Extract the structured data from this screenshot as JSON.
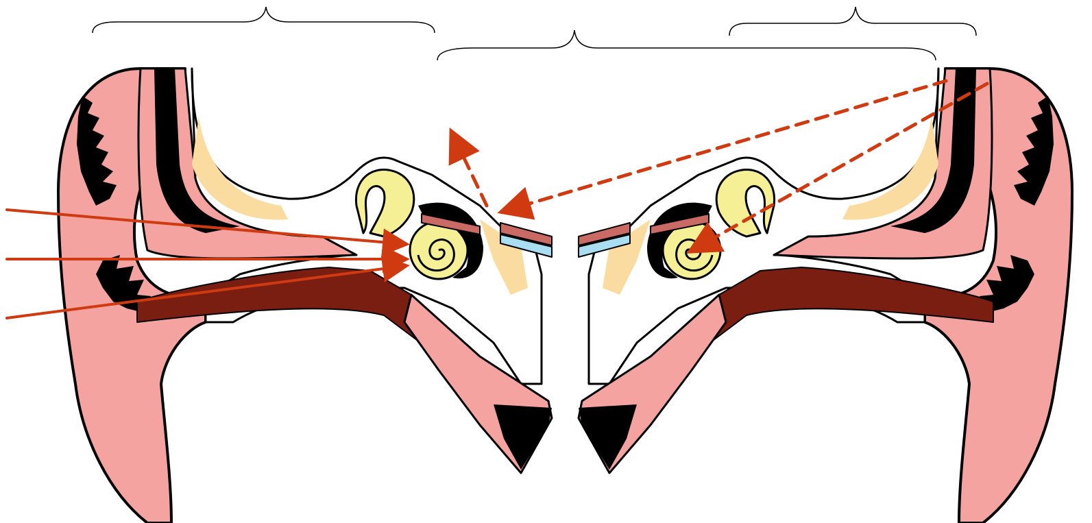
{
  "colors": {
    "background": "#ffffff",
    "outline": "#000000",
    "skin": "#f4a3a1",
    "skin_light": "#f9c7c3",
    "bone": "#fbdca0",
    "cochlea": "#f5ef95",
    "tube_dark": "#7a1e12",
    "membrane_red": "#c96a64",
    "membrane_blue": "#a9ddf2",
    "arrow": "#d03a10"
  },
  "icons": {
    "bracket": "curly-brace",
    "arrow_solid": "solid-arrow",
    "arrow_dashed": "dashed-arrow"
  }
}
